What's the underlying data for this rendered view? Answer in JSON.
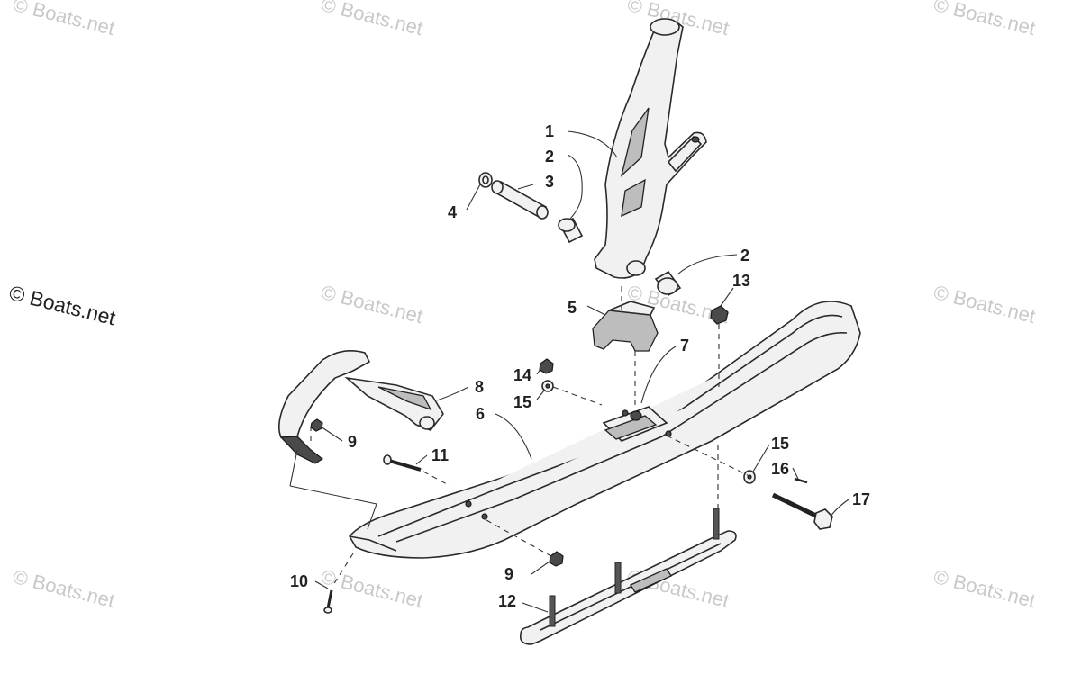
{
  "watermarks": {
    "tile_text": "© Boats.net",
    "main_text": "© Boats.net"
  },
  "callouts": [
    {
      "id": "c1",
      "label": "1"
    },
    {
      "id": "c2a",
      "label": "2"
    },
    {
      "id": "c3",
      "label": "3"
    },
    {
      "id": "c4",
      "label": "4"
    },
    {
      "id": "c2b",
      "label": "2"
    },
    {
      "id": "c13",
      "label": "13"
    },
    {
      "id": "c5",
      "label": "5"
    },
    {
      "id": "c7",
      "label": "7"
    },
    {
      "id": "c14",
      "label": "14"
    },
    {
      "id": "c8",
      "label": "8"
    },
    {
      "id": "c15a",
      "label": "15"
    },
    {
      "id": "c6",
      "label": "6"
    },
    {
      "id": "c9a",
      "label": "9"
    },
    {
      "id": "c11",
      "label": "11"
    },
    {
      "id": "c15b",
      "label": "15"
    },
    {
      "id": "c16",
      "label": "16"
    },
    {
      "id": "c17",
      "label": "17"
    },
    {
      "id": "c9b",
      "label": "9"
    },
    {
      "id": "c10",
      "label": "10"
    },
    {
      "id": "c12",
      "label": "12"
    }
  ]
}
